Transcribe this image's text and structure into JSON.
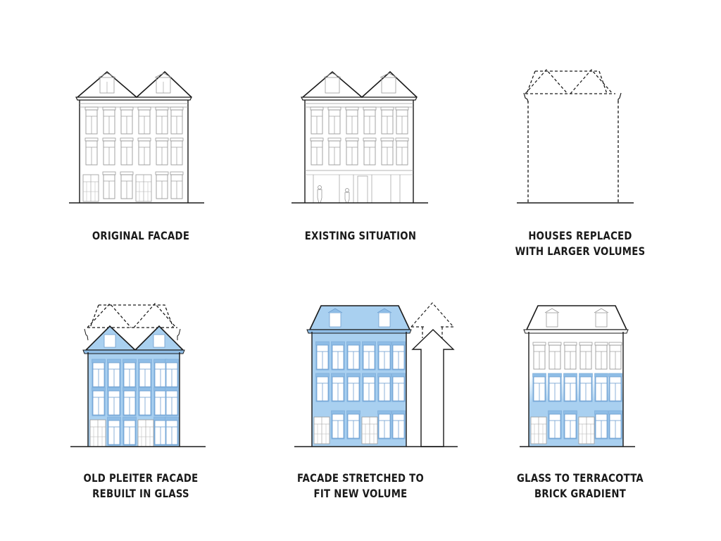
{
  "colors": {
    "glass_blue": "#a9d0f0",
    "glass_blue_dark": "#8fbde6",
    "line_dark": "#1a1a1a",
    "line_light": "#9a9a9a",
    "background": "#ffffff"
  },
  "panels": [
    {
      "id": "original",
      "caption": [
        "ORIGINAL FACADE"
      ]
    },
    {
      "id": "existing",
      "caption": [
        "EXISTING SITUATION"
      ]
    },
    {
      "id": "replaced",
      "caption": [
        "HOUSES REPLACED",
        "WITH LARGER VOLUMES"
      ]
    },
    {
      "id": "glass",
      "caption": [
        "OLD PLEITER FACADE",
        "REBUILT IN GLASS"
      ]
    },
    {
      "id": "stretched",
      "caption": [
        "FACADE STRETCHED TO",
        "FIT NEW VOLUME"
      ]
    },
    {
      "id": "gradient",
      "caption": [
        "GLASS TO TERRACOTTA",
        "BRICK GRADIENT"
      ]
    }
  ]
}
